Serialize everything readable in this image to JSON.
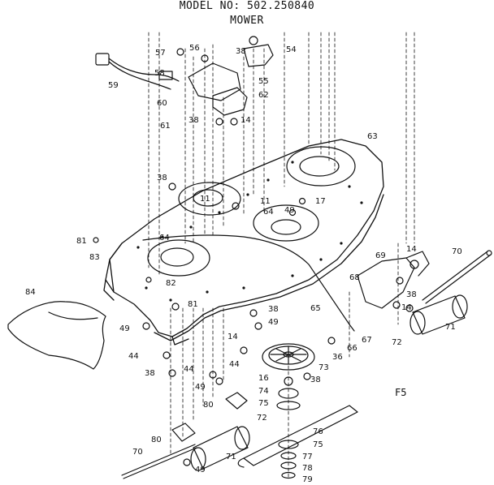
{
  "header": {
    "model_line": "MODEL NO: 502.250840",
    "subtitle": "MOWER"
  },
  "figure_label": "F5",
  "part_numbers": [
    "57",
    "56",
    "38",
    "54",
    "59",
    "58",
    "55",
    "62",
    "60",
    "61",
    "38",
    "14",
    "63",
    "38",
    "11",
    "11",
    "17",
    "49",
    "64",
    "64",
    "81",
    "83",
    "82",
    "81",
    "84",
    "14",
    "70",
    "69",
    "68",
    "38",
    "14",
    "65",
    "38",
    "49",
    "49",
    "44",
    "44",
    "38",
    "49",
    "14",
    "44",
    "73",
    "36",
    "66",
    "67",
    "72",
    "71",
    "16",
    "74",
    "75",
    "38",
    "80",
    "72",
    "76",
    "75",
    "80",
    "70",
    "71",
    "77",
    "78",
    "79",
    "49"
  ]
}
